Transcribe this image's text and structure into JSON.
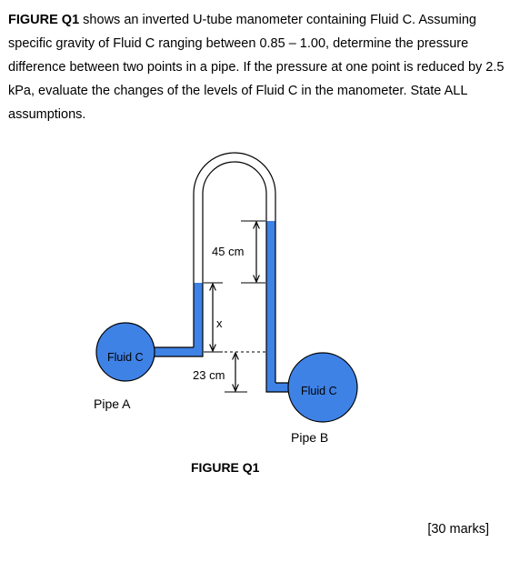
{
  "question": {
    "lead": "FIGURE Q1",
    "body": " shows an inverted U-tube manometer containing Fluid C. Assuming specific gravity of Fluid C ranging between 0.85 – 1.00, determine the pressure difference between two points in a pipe. If the pressure at one point is reduced by 2.5 kPa, evaluate the changes of the levels of Fluid C in the manometer. State ALL assumptions."
  },
  "figure": {
    "caption": "FIGURE Q1",
    "dim_top": "45 cm",
    "dim_x": "x",
    "dim_bottom": "23 cm",
    "pipe_a_fluid": "Fluid C",
    "pipe_b_fluid": "Fluid C",
    "pipe_a_label": "Pipe A",
    "pipe_b_label": "Pipe B",
    "colors": {
      "fluid": "#3f82e6",
      "outline": "#000000"
    }
  },
  "marks": "[30 marks]"
}
